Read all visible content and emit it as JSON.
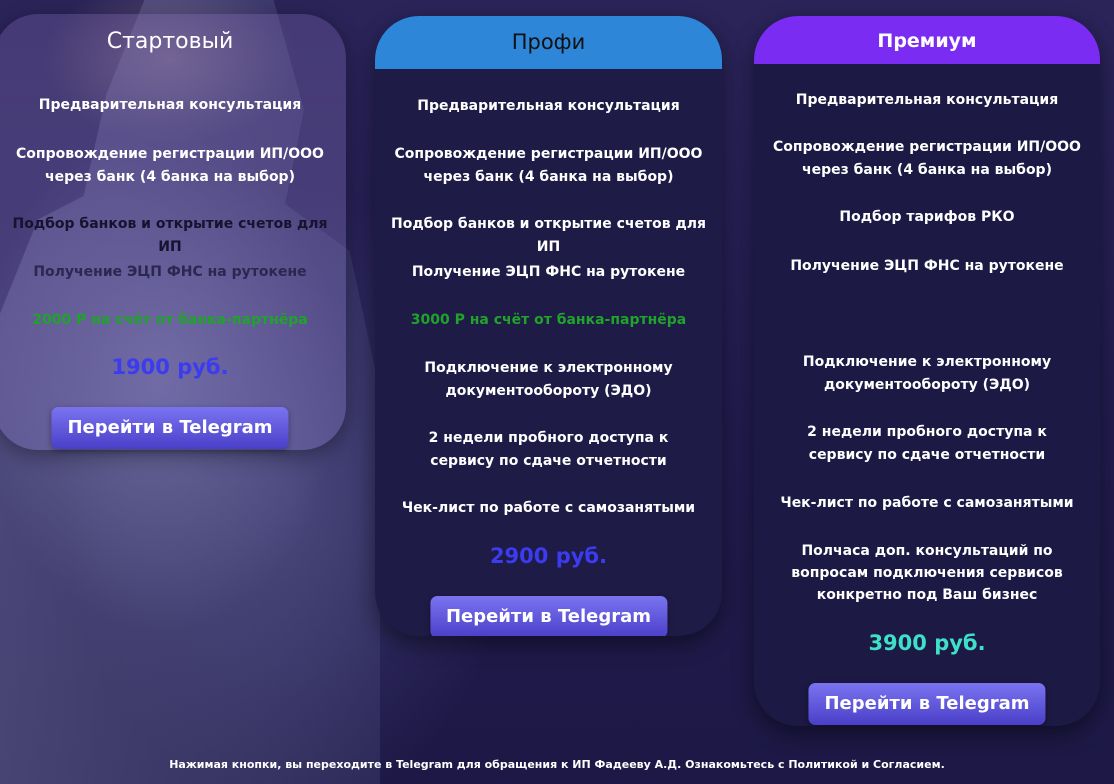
{
  "plans": {
    "start": {
      "title": "Стартовый",
      "features": [
        "Предварительная консультация",
        "Сопровождение регистрации ИП/ООО через банк (4 банка на выбор)",
        "Подбор банков и открытие счетов для ИП",
        "Получение ЭЦП ФНС на рутокене",
        "2000 Р на счёт от банка-партнёра"
      ],
      "price": "1900 руб.",
      "button": "Перейти в Telegram"
    },
    "pro": {
      "title": "Профи",
      "features": [
        "Предварительная консультация",
        "Сопровождение регистрации ИП/ООО через банк (4 банка на выбор)",
        "Подбор банков и открытие счетов для ИП",
        "Получение ЭЦП ФНС на рутокене",
        "3000 Р на счёт от банка-партнёра",
        "Подключение к электронному документообороту (ЭДО)",
        "2 недели пробного доступа к сервису по сдаче отчетности",
        "Чек-лист по работе с самозанятыми"
      ],
      "price": "2900 руб.",
      "button": "Перейти в Telegram"
    },
    "premium": {
      "title": "Премиум",
      "features": [
        "Предварительная консультация",
        "Сопровождение регистрации ИП/ООО через банк (4 банка на выбор)",
        "Подбор тарифов РКО",
        "Получение ЭЦП ФНС на рутокене",
        "Подключение к электронному документообороту (ЭДО)",
        "2 недели пробного доступа к сервису по сдаче отчетности",
        "Чек-лист по работе с самозанятыми",
        "Полчаса доп. консультаций по вопросам подключения сервисов конкретно под Ваш бизнес"
      ],
      "price": "3900 руб.",
      "button": "Перейти в Telegram"
    }
  },
  "footer": "Нажимая кнопки, вы переходите в Telegram для обращения к ИП Фадееву А.Д. Ознакомьтесь с Политикой и Согласием.",
  "colors": {
    "pro_header": "#2e86d8",
    "premium_header": "#7b2cf2",
    "bonus_green": "#1fa32a",
    "price_blue": "#3b3bf0",
    "price_teal": "#3ee0c8"
  }
}
